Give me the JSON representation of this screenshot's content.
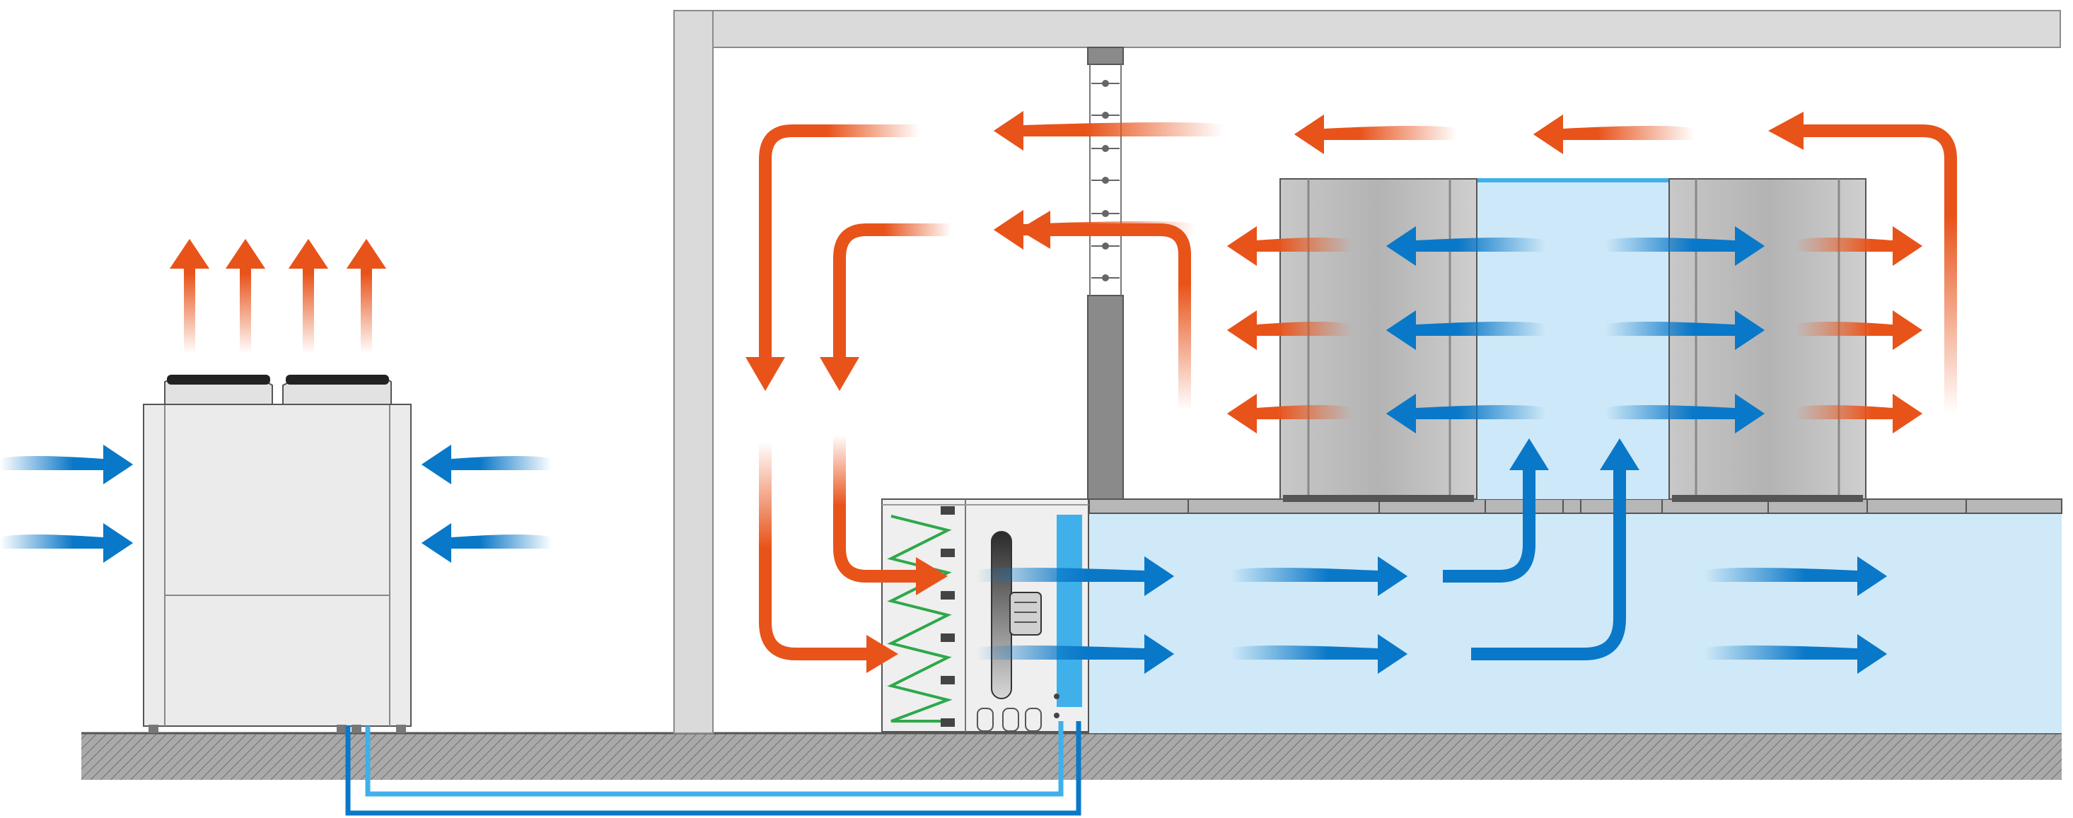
{
  "diagram": {
    "type": "data-center-cooling-airflow",
    "colors": {
      "hot_air": "#e8531a",
      "cold_air": "#0a78c8",
      "raised_floor_plenum": "#cfe9f8",
      "cold_aisle": "#cde8f8",
      "ground_hatch": "#8a8a8a",
      "coolant_pipe_supply": "#0a78c8",
      "coolant_pipe_return": "#3fb0ea",
      "coil": "#2ea84a",
      "cabinet": "#bcbcbc",
      "building_frame": "#dadada"
    },
    "components": [
      {
        "name": "outdoor-condenser-unit",
        "icon": "condenser-fan-unit"
      },
      {
        "name": "computer-room-air-handler",
        "icon": "crah-unit"
      },
      {
        "name": "server-rack-left",
        "icon": "server-rack"
      },
      {
        "name": "server-rack-right",
        "icon": "server-rack"
      },
      {
        "name": "raised-floor",
        "icon": "floor-plenum"
      },
      {
        "name": "cold-aisle-containment",
        "icon": "cold-aisle"
      },
      {
        "name": "coolant-pipes",
        "icon": "pipe-loop"
      }
    ]
  }
}
